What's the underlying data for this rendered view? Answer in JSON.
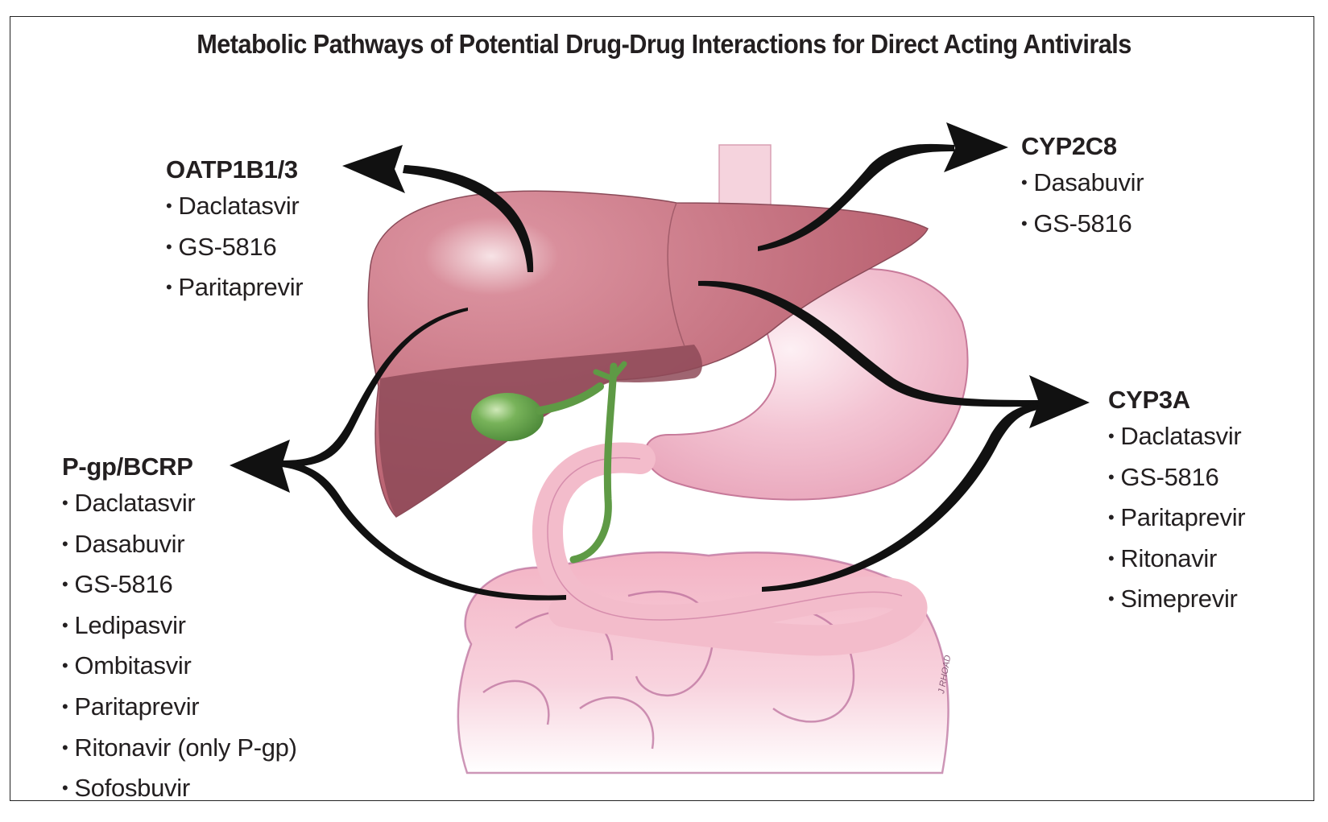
{
  "title": "Metabolic Pathways of Potential Drug-Drug Interactions for Direct Acting Antivirals",
  "pathways": [
    {
      "id": "oatp",
      "name": "OATP1B1/3",
      "drugs": [
        "Daclatasvir",
        "GS-5816",
        "Paritaprevir"
      ]
    },
    {
      "id": "cyp2c8",
      "name": "CYP2C8",
      "drugs": [
        "Dasabuvir",
        "GS-5816"
      ]
    },
    {
      "id": "cyp3a",
      "name": "CYP3A",
      "drugs": [
        "Daclatasvir",
        "GS-5816",
        "Paritaprevir",
        "Ritonavir",
        "Simeprevir"
      ]
    },
    {
      "id": "pgp",
      "name": "P-gp/BCRP",
      "drugs": [
        "Daclatasvir",
        "Dasabuvir",
        "GS-5816",
        "Ledipasvir",
        "Ombitasvir",
        "Paritaprevir",
        "Ritonavir (only P-gp)",
        "Sofosbuvir"
      ]
    }
  ],
  "signature": "J RHOAD",
  "colors": {
    "liver": "#c9707f",
    "liver_dark": "#8e4a58",
    "stomach": "#f2bfd0",
    "intestine": "#f4b9c8",
    "gallbladder": "#6aa84f",
    "arrow": "#111111"
  }
}
